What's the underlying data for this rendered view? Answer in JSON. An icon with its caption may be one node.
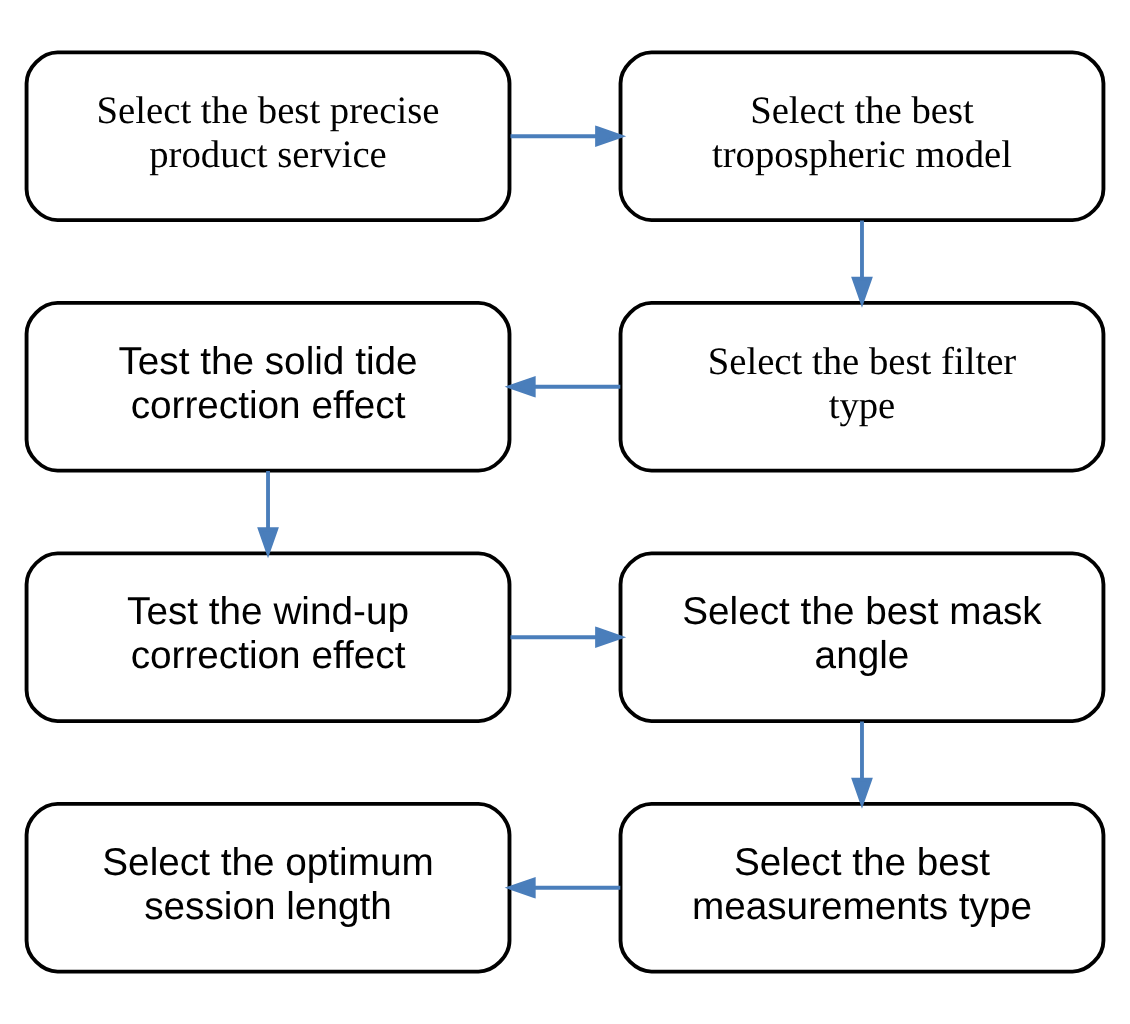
{
  "diagram": {
    "nodes": [
      {
        "text": [
          "Select the best precise product service"
        ]
      },
      {
        "text": [
          "Select the best tropospheric model"
        ]
      },
      {
        "text": [
          "Select the best filter type"
        ]
      },
      {
        "text": [
          "Test the solid tide correction effect"
        ]
      },
      {
        "text": [
          "Test the wind-up correction effect"
        ]
      },
      {
        "text": [
          "Select the best mask angle"
        ]
      },
      {
        "text": [
          "Select the best measurements type"
        ]
      },
      {
        "text": [
          "Select the optimum session length"
        ]
      }
    ],
    "edges": [
      {
        "from": 0,
        "to": 1,
        "arrow": "to"
      },
      {
        "from": 1,
        "to": 2,
        "arrow": "to"
      },
      {
        "from": 2,
        "to": 3,
        "arrow": "to"
      },
      {
        "from": 3,
        "to": 4,
        "arrow": "to"
      },
      {
        "from": 4,
        "to": 5,
        "arrow": "to"
      },
      {
        "from": 5,
        "to": 6,
        "arrow": "to"
      },
      {
        "from": 6,
        "to": 7,
        "arrow": "to"
      }
    ]
  }
}
